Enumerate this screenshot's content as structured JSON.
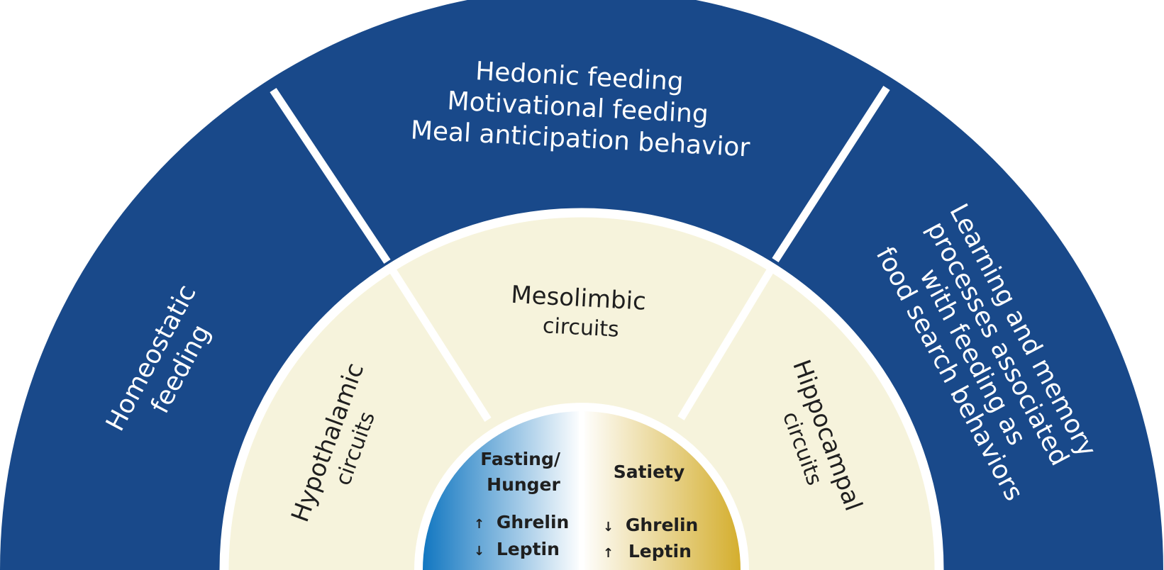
{
  "colors": {
    "outer_ring": "#19498a",
    "middle_ring": "#f6f3dc",
    "divider": "#ffffff",
    "core_left_start": "#0b73bf",
    "core_left_end": "#ffffff",
    "core_right_start": "#ffffff",
    "core_right_end": "#d3ac28",
    "middle_text": "#1f1f1f",
    "outer_text": "#ffffff"
  },
  "outer_ring": {
    "left": {
      "lines": [
        "Homeostatic",
        "feeding"
      ]
    },
    "top": {
      "lines": [
        "Hedonic feeding",
        "Motivational feeding",
        "Meal anticipation behavior"
      ]
    },
    "right": {
      "lines": [
        "Learning and memory",
        "processes associated",
        "with feeding as",
        "food search behaviors"
      ]
    }
  },
  "middle_ring": {
    "left": {
      "lines": [
        "Hypothalamic",
        "circuits"
      ]
    },
    "top": {
      "lines": [
        "Mesolimbic",
        "circuits"
      ]
    },
    "right": {
      "lines": [
        "Hippocampal",
        "circuits"
      ]
    }
  },
  "core": {
    "left": {
      "title_lines": [
        "Fasting/",
        "Hunger"
      ],
      "hormones": [
        {
          "arrow": "↑",
          "name": "Ghrelin"
        },
        {
          "arrow": "↓",
          "name": "Leptin"
        }
      ]
    },
    "right": {
      "title_lines": [
        "Satiety"
      ],
      "hormones": [
        {
          "arrow": "↓",
          "name": "Ghrelin"
        },
        {
          "arrow": "↑",
          "name": "Leptin"
        }
      ]
    }
  }
}
